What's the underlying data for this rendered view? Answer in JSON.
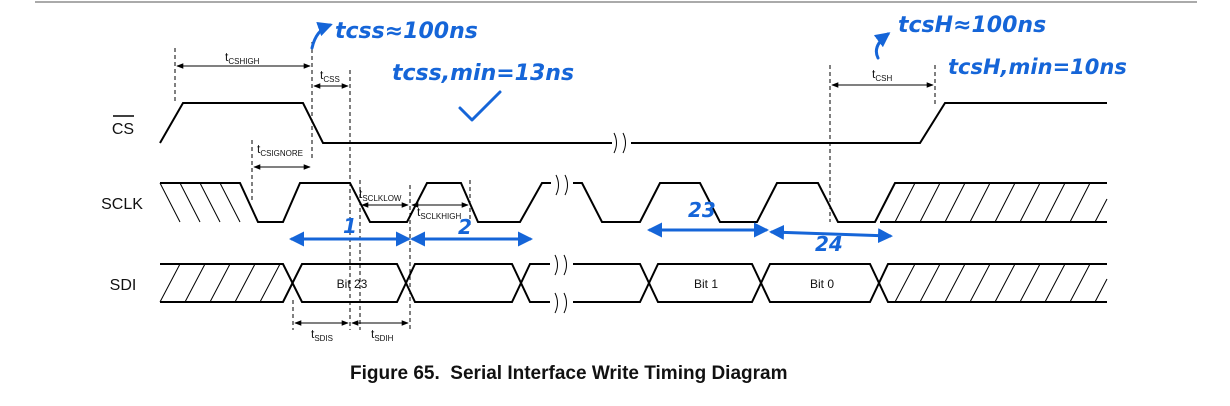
{
  "signals": {
    "cs": "CS",
    "sclk": "SCLK",
    "sdi": "SDI"
  },
  "timings": {
    "tcshigh": {
      "main": "t",
      "sub": "CSHIGH"
    },
    "tcss": {
      "main": "t",
      "sub": "CSS"
    },
    "tcsh": {
      "main": "t",
      "sub": "CSH"
    },
    "tcsignore": {
      "main": "t",
      "sub": "CSIGNORE"
    },
    "tsclklow": {
      "main": "t",
      "sub": "SCLKLOW"
    },
    "tsclkhigh": {
      "main": "t",
      "sub": "SCLKHIGH"
    },
    "tsdis": {
      "main": "t",
      "sub": "SDIS"
    },
    "tsdih": {
      "main": "t",
      "sub": "SDIH"
    }
  },
  "bits": {
    "bit23": "Bit 23",
    "bit1": "Bit 1",
    "bit0": "Bit 0"
  },
  "annotations": {
    "tcss_approx": "tcss≈100ns",
    "tcss_min": "tcss,min=13ns",
    "tcsh_approx": "tcsH≈100ns",
    "tcsh_min": "tcsH,min=10ns",
    "clk1": "1",
    "clk2": "2",
    "clk23": "23",
    "clk24": "24"
  },
  "caption": "Figure 65.  Serial Interface Write Timing Diagram",
  "colors": {
    "ink": "#1565d8",
    "line": "#000000"
  }
}
